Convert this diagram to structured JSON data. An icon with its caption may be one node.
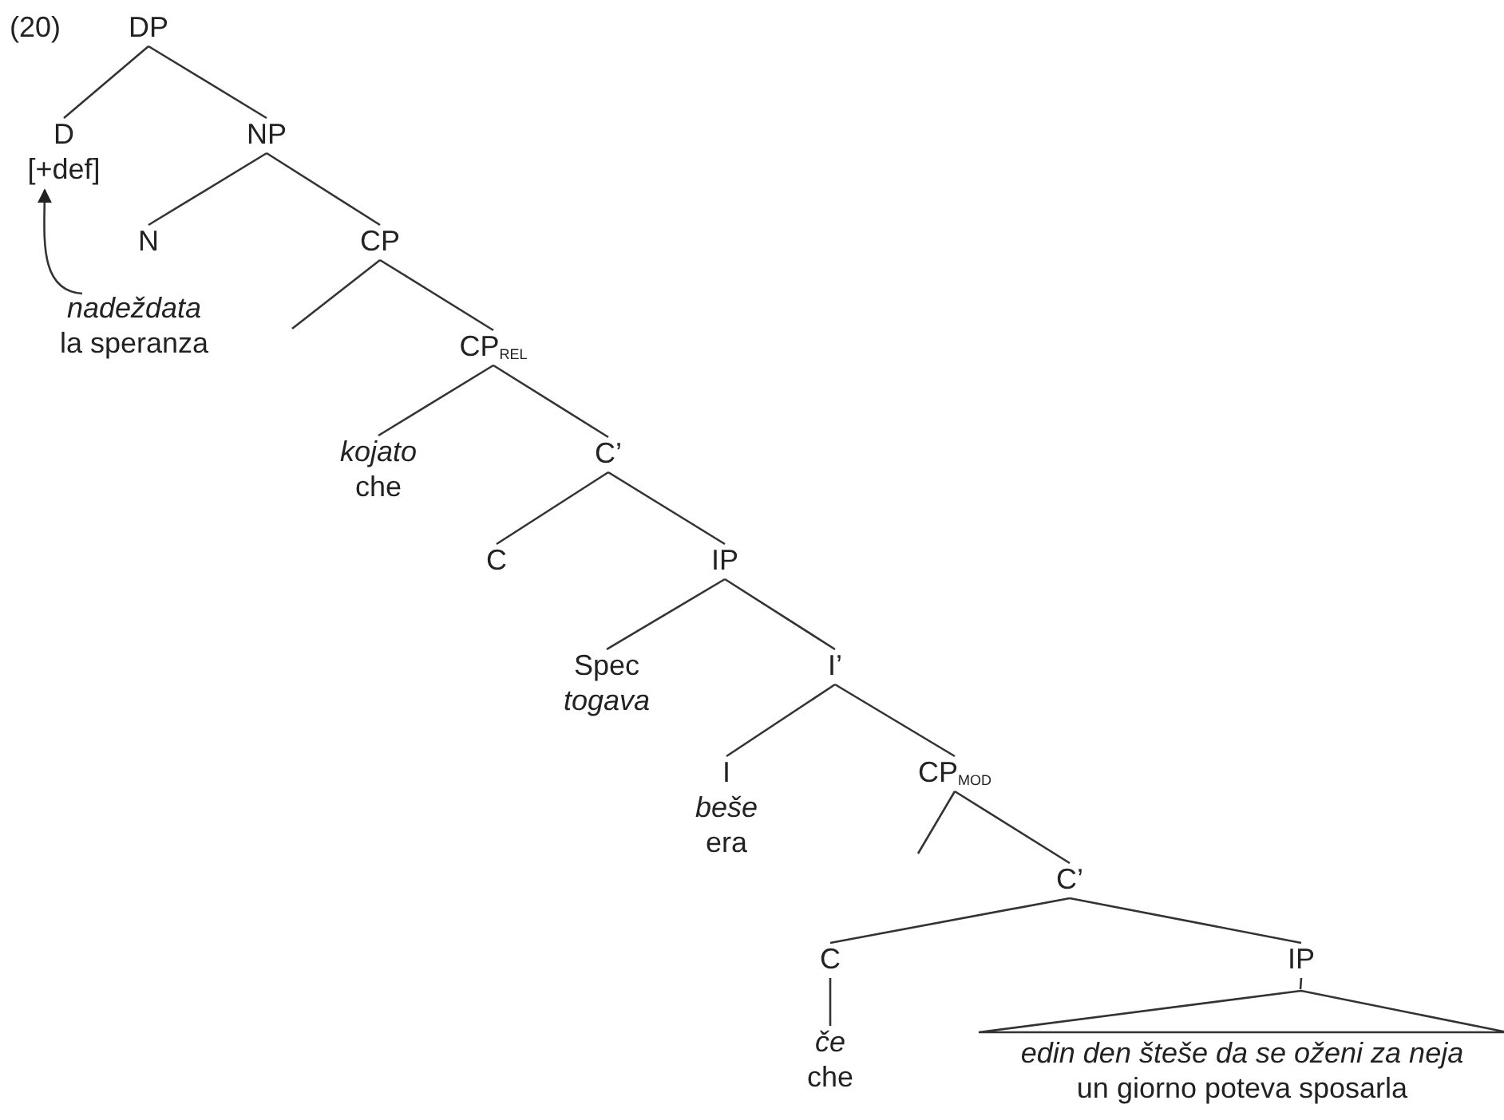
{
  "diagram": {
    "nodes": [
      {
        "text": [
          "DP"
        ]
      },
      {
        "text": [
          "D",
          "[+def]"
        ]
      },
      {
        "text": [
          "NP"
        ]
      },
      {
        "text": [
          "N"
        ]
      },
      {
        "text": [
          "CP"
        ]
      },
      {
        "text": [
          "CP$_{REL}$"
        ]
      },
      {
        "text": [
          "kojato",
          "che"
        ]
      },
      {
        "text": [
          "C’"
        ]
      },
      {
        "text": [
          "C"
        ]
      },
      {
        "text": [
          "IP"
        ]
      },
      {
        "text": [
          "Spec",
          "togava"
        ]
      },
      {
        "text": [
          "I’"
        ]
      },
      {
        "text": [
          "I",
          "beše",
          "era"
        ]
      },
      {
        "text": [
          "CP$_{MOD}$"
        ]
      },
      {
        "text": [
          "C’"
        ]
      },
      {
        "text": [
          "C"
        ]
      },
      {
        "text": [
          "če",
          "che"
        ]
      },
      {
        "text": [
          "IP"
        ]
      },
      {
        "text": [
          "edin den šteše da se oženi za neja",
          "un giorno poteva sposarla"
        ]
      },
      {
        "text": [
          "nadeždata",
          "la speranza"
        ]
      }
    ],
    "edges": [
      {
        "from": 0,
        "to": 1,
        "arrow": "none"
      },
      {
        "from": 0,
        "to": 2,
        "arrow": "none"
      },
      {
        "from": 2,
        "to": 3,
        "arrow": "none"
      },
      {
        "from": 2,
        "to": 4,
        "arrow": "none"
      },
      {
        "from": 4,
        "to": null,
        "arrow": "none"
      },
      {
        "from": 4,
        "to": 5,
        "arrow": "none"
      },
      {
        "from": 5,
        "to": 6,
        "arrow": "none"
      },
      {
        "from": 5,
        "to": 7,
        "arrow": "none"
      },
      {
        "from": 7,
        "to": 8,
        "arrow": "none"
      },
      {
        "from": 7,
        "to": 9,
        "arrow": "none"
      },
      {
        "from": 9,
        "to": 10,
        "arrow": "none"
      },
      {
        "from": 9,
        "to": 11,
        "arrow": "none"
      },
      {
        "from": 11,
        "to": 12,
        "arrow": "none"
      },
      {
        "from": 11,
        "to": 13,
        "arrow": "none"
      },
      {
        "from": 13,
        "to": null,
        "arrow": "none"
      },
      {
        "from": 13,
        "to": 14,
        "arrow": "none"
      },
      {
        "from": 14,
        "to": 15,
        "arrow": "none"
      },
      {
        "from": 14,
        "to": 17,
        "arrow": "none"
      },
      {
        "from": 15,
        "to": 16,
        "arrow": "none"
      },
      {
        "from": 17,
        "to": 18,
        "arrow": "none"
      },
      {
        "from": 19,
        "to": 1,
        "arrow": "to"
      }
    ],
    "labels": [
      "(20)"
    ]
  }
}
